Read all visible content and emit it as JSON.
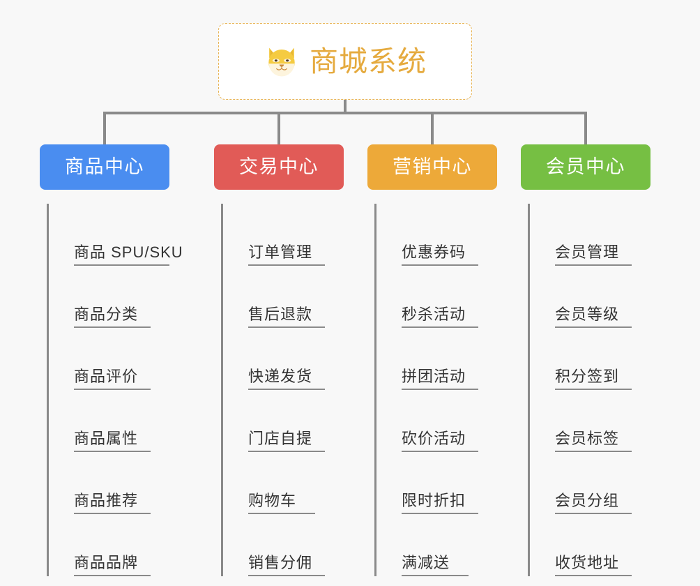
{
  "diagram": {
    "type": "organization-tree",
    "root": {
      "title": "商城系统",
      "icon": "shiba-dog-emoji",
      "text_color": "#e5aa3e",
      "border_color": "#e8b455",
      "background": "#ffffff"
    },
    "connector_color": "#8a8a8a",
    "canvas_background": "#f8f8f8",
    "leaf_text_color": "#333333",
    "categories": [
      {
        "label": "商品中心",
        "color": "#4a8df0",
        "items": [
          "商品 SPU/SKU",
          "商品分类",
          "商品评价",
          "商品属性",
          "商品推荐",
          "商品品牌"
        ]
      },
      {
        "label": "交易中心",
        "color": "#e15b57",
        "items": [
          "订单管理",
          "售后退款",
          "快递发货",
          "门店自提",
          "购物车",
          "销售分佣"
        ]
      },
      {
        "label": "营销中心",
        "color": "#eda939",
        "items": [
          "优惠券码",
          "秒杀活动",
          "拼团活动",
          "砍价活动",
          "限时折扣",
          "满减送"
        ]
      },
      {
        "label": "会员中心",
        "color": "#76bf43",
        "items": [
          "会员管理",
          "会员等级",
          "积分签到",
          "会员标签",
          "会员分组",
          "收货地址"
        ]
      }
    ]
  }
}
